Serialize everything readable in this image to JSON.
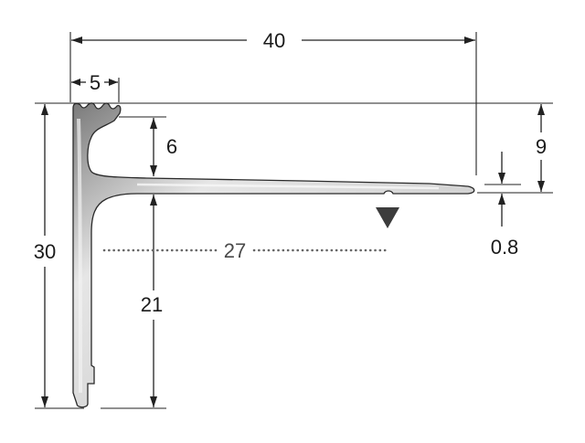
{
  "dimensions": {
    "total_width": "40",
    "nose_width": "5",
    "total_height": "30",
    "top_to_tread": "6",
    "tread_to_bottom": "21",
    "right_height": "9",
    "tread_tip_thickness": "0.8",
    "cut_length": "27"
  },
  "colors": {
    "profile_light": "#eeeeee",
    "profile_dark": "#6f6f6f",
    "outline": "#2a2a2a",
    "cut_marker": "#3c3c3c",
    "dotted_line": "#666666"
  },
  "icons": {
    "cut_marker": "down-triangle-icon"
  }
}
